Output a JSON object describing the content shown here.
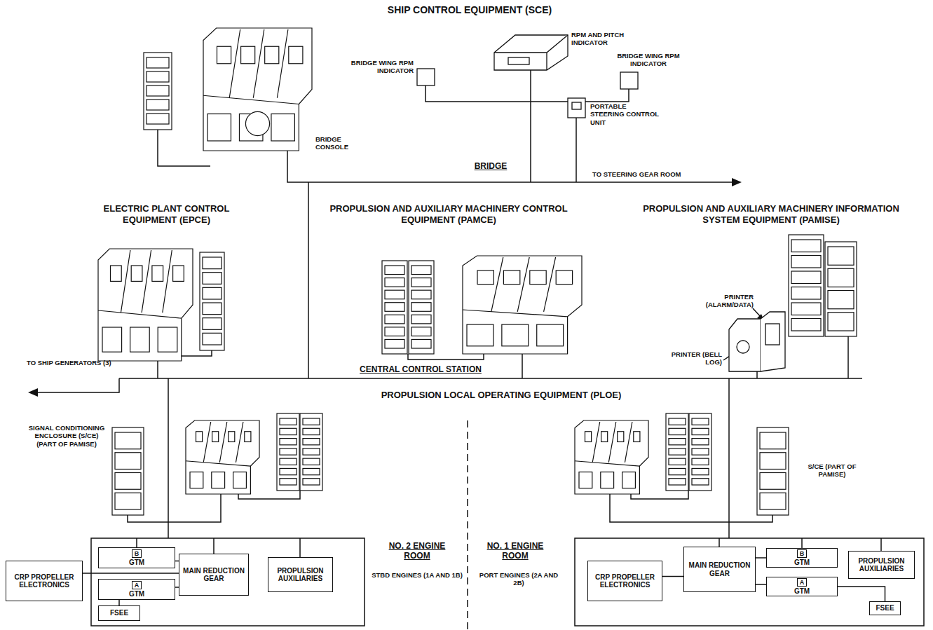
{
  "diagram": {
    "nodes": [
      {
        "text": [
          "CRP PROPELLER ELECTRONICS"
        ]
      },
      {
        "text": [
          "B",
          "GTM"
        ]
      },
      {
        "text": [
          "A",
          "GTM"
        ]
      },
      {
        "text": [
          "MAIN REDUCTION GEAR"
        ]
      },
      {
        "text": [
          "PROPULSION AUXILIARIES"
        ]
      },
      {
        "text": [
          "FSEE"
        ]
      },
      {
        "text": [
          "CRP PROPELLER ELECTRONICS"
        ]
      },
      {
        "text": [
          "MAIN REDUCTION GEAR"
        ]
      },
      {
        "text": [
          "B",
          "GTM"
        ]
      },
      {
        "text": [
          "A",
          "GTM"
        ]
      },
      {
        "text": [
          "PROPULSION AUXILIARIES"
        ]
      },
      {
        "text": [
          "FSEE"
        ]
      }
    ],
    "edges": [
      {
        "from": 0,
        "to": 3,
        "arrow": "none"
      },
      {
        "from": 1,
        "to": 3,
        "arrow": "none"
      },
      {
        "from": 2,
        "to": 3,
        "arrow": "none"
      },
      {
        "from": 5,
        "to": 2,
        "arrow": "none"
      },
      {
        "from": 7,
        "to": 6,
        "arrow": "none"
      },
      {
        "from": 7,
        "to": 8,
        "arrow": "none"
      },
      {
        "from": 7,
        "to": 9,
        "arrow": "none"
      },
      {
        "from": 9,
        "to": 11,
        "arrow": "none"
      }
    ],
    "labels": [
      "SHIP CONTROL EQUIPMENT (SCE)",
      "BRIDGE WING RPM INDICATOR",
      "RPM AND PITCH INDICATOR",
      "BRIDGE WING RPM INDICATOR",
      "BRIDGE CONSOLE",
      "PORTABLE STEERING CONTROL UNIT",
      "BRIDGE",
      "TO STEERING GEAR ROOM",
      "ELECTRIC PLANT CONTROL EQUIPMENT (EPCE)",
      "PROPULSION AND AUXILIARY MACHINERY CONTROL EQUIPMENT (PAMCE)",
      "PROPULSION AND AUXILIARY MACHINERY INFORMATION SYSTEM EQUIPMENT (PAMISE)",
      "PRINTER (ALARM/DATA)",
      "PRINTER (BELL LOG)",
      "TO SHIP GENERATORS (3)",
      "CENTRAL CONTROL STATION",
      "PROPULSION LOCAL OPERATING EQUIPMENT (PLOE)",
      "SIGNAL CONDITIONING ENCLOSURE (S/CE) (PART OF PAMISE)",
      "S/CE (PART OF PAMISE)",
      "NO. 2 ENGINE ROOM",
      "STBD ENGINES (1A AND 1B)",
      "NO. 1 ENGINE ROOM",
      "PORT ENGINES (2A AND 2B)"
    ]
  }
}
